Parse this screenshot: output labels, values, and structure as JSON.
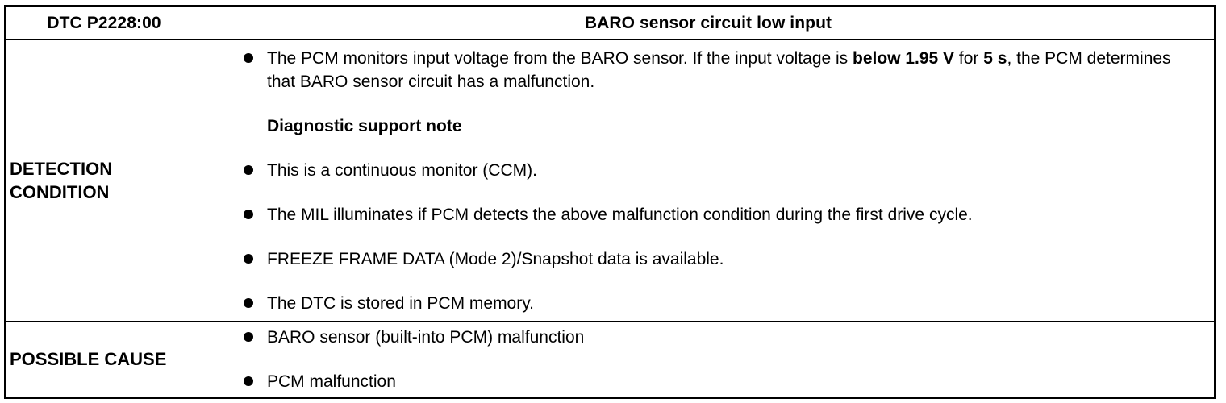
{
  "header": {
    "code": "DTC P2228:00",
    "title": "BARO sensor circuit low input"
  },
  "detection": {
    "label_line1": "DETECTION",
    "label_line2": "CONDITION",
    "first_item": {
      "text_a": "The PCM monitors input voltage from the BARO sensor. If the input voltage is ",
      "bold_a": "below 1.95 V",
      "text_b": " for ",
      "bold_b": "5 s",
      "text_c": ", the PCM determines that BARO sensor circuit has a malfunction."
    },
    "note_heading": "Diagnostic support note",
    "notes": [
      "This is a continuous monitor (CCM).",
      "The MIL illuminates if PCM detects the above malfunction condition during the first drive cycle.",
      "FREEZE FRAME DATA (Mode 2)/Snapshot data is available.",
      "The DTC is stored in PCM memory."
    ]
  },
  "cause": {
    "label": "POSSIBLE CAUSE",
    "items": [
      "BARO sensor (built-into PCM) malfunction",
      "PCM malfunction"
    ]
  }
}
